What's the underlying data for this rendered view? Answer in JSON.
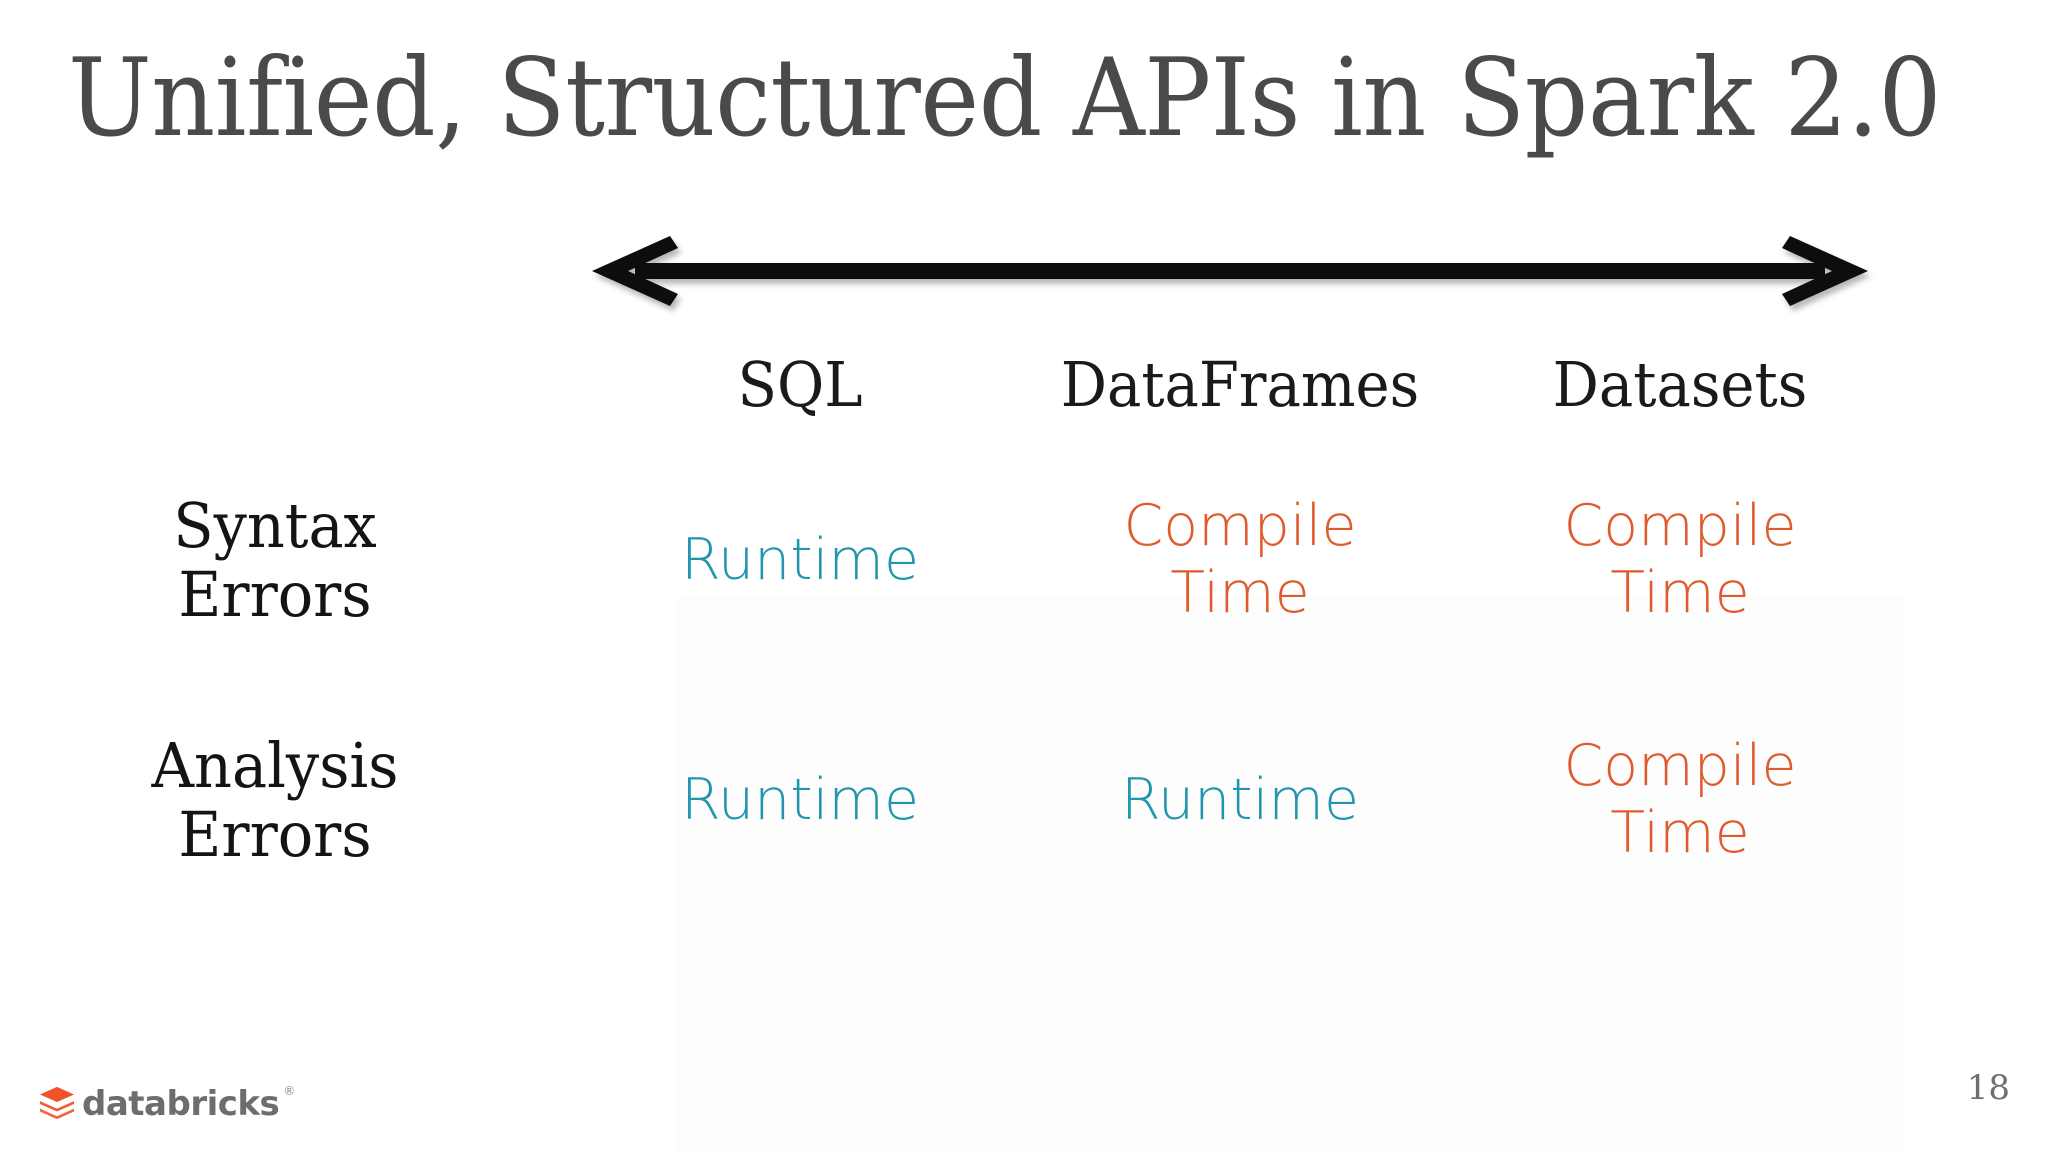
{
  "slide": {
    "title": "Unified, Structured APIs in Spark 2.0",
    "page_number": "18"
  },
  "spectrum_arrow": {
    "name": "double-headed-arrow",
    "direction": "both",
    "color": "#0a0a0a"
  },
  "matrix": {
    "column_headers": [
      "SQL",
      "DataFrames",
      "Datasets"
    ],
    "rows": [
      {
        "label_line1": "Syntax",
        "label_line2": "Errors",
        "cells": [
          {
            "text": "Runtime",
            "kind": "runtime"
          },
          {
            "text": "Compile\nTime",
            "kind": "compile"
          },
          {
            "text": "Compile\nTime",
            "kind": "compile"
          }
        ]
      },
      {
        "label_line1": "Analysis",
        "label_line2": "Errors",
        "cells": [
          {
            "text": "Runtime",
            "kind": "runtime"
          },
          {
            "text": "Runtime",
            "kind": "runtime"
          },
          {
            "text": "Compile\nTime",
            "kind": "compile"
          }
        ]
      }
    ]
  },
  "logo": {
    "name": "databricks-logo",
    "text": "databricks",
    "trademark": "®",
    "mark_color": "#f0522a",
    "text_color": "#6d6d6d"
  },
  "colors": {
    "runtime": "#2196ad",
    "compile": "#e05b2b",
    "title": "#4a4a4a",
    "body_text": "#141414",
    "background": "#ffffff"
  }
}
